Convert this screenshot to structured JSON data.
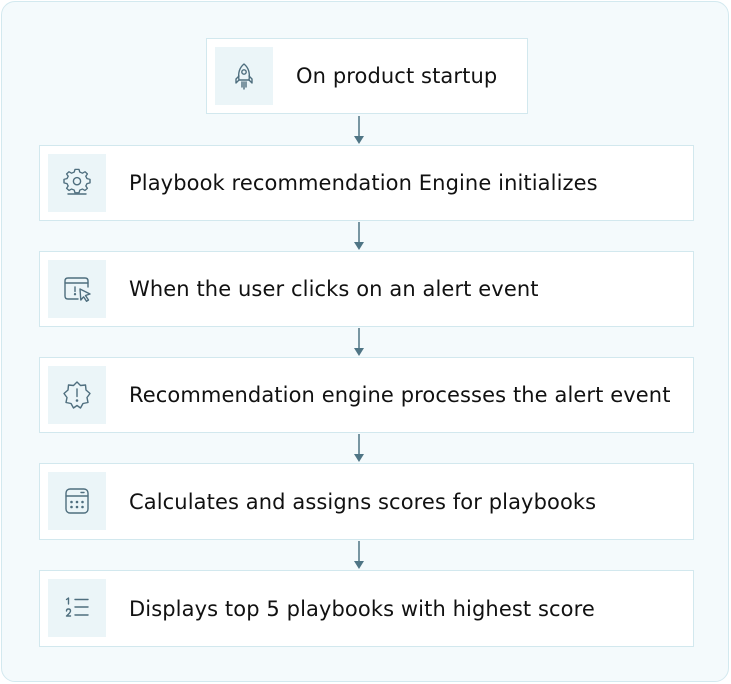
{
  "colors": {
    "frame_bg": "#f4fafc",
    "frame_border": "#d3e9ef",
    "box_border": "#d2e8ee",
    "icon_tile_bg": "#ebf5f8",
    "icon_stroke": "#4e6e7e",
    "arrow": "#4f7585",
    "text": "#111111"
  },
  "steps": [
    {
      "label": "On product startup",
      "icon": "rocket-icon"
    },
    {
      "label": "Playbook recommendation Engine initializes",
      "icon": "gear-icon"
    },
    {
      "label": "When the user clicks on an alert event",
      "icon": "browser-cursor-alert-icon"
    },
    {
      "label": "Recommendation engine processes the alert event",
      "icon": "badge-alert-icon"
    },
    {
      "label": "Calculates and assigns scores for playbooks",
      "icon": "calculator-icon"
    },
    {
      "label": "Displays top 5 playbooks with highest score",
      "icon": "numbered-list-icon"
    }
  ]
}
